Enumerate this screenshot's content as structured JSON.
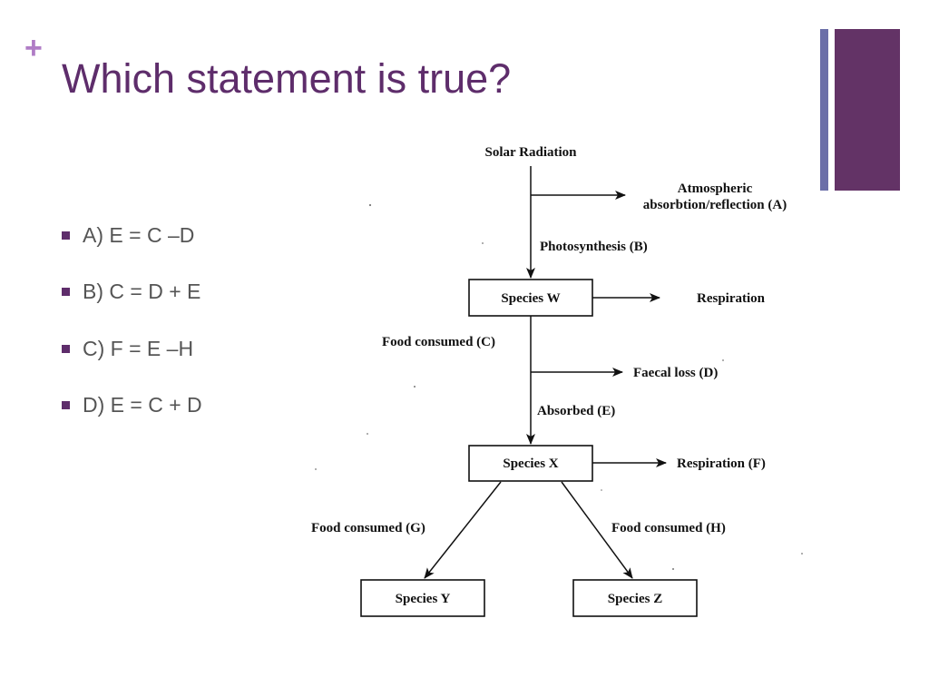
{
  "slide": {
    "plus_glyph": "+",
    "title": "Which statement is true?",
    "options": [
      "A) E = C –D",
      "B) C = D + E",
      "C) F = E –H",
      "D) E = C + D"
    ]
  },
  "diagram": {
    "nodes": {
      "species_w": "Species W",
      "species_x": "Species X",
      "species_y": "Species Y",
      "species_z": "Species Z"
    },
    "labels": {
      "solar": "Solar Radiation",
      "atmospheric_line1": "Atmospheric",
      "atmospheric_line2": "absorbtion/reflection (A)",
      "photosynthesis": "Photosynthesis (B)",
      "respiration_w": "Respiration",
      "food_c": "Food consumed (C)",
      "faecal": "Faecal loss (D)",
      "absorbed": "Absorbed (E)",
      "respiration_x": "Respiration (F)",
      "food_g": "Food consumed (G)",
      "food_h": "Food consumed (H)"
    }
  },
  "colors": {
    "title": "#5e2d6b",
    "plus": "#b07cc6",
    "accent_thin": "#6b6fa8",
    "accent_thick": "#633366",
    "option_text": "#555555"
  }
}
